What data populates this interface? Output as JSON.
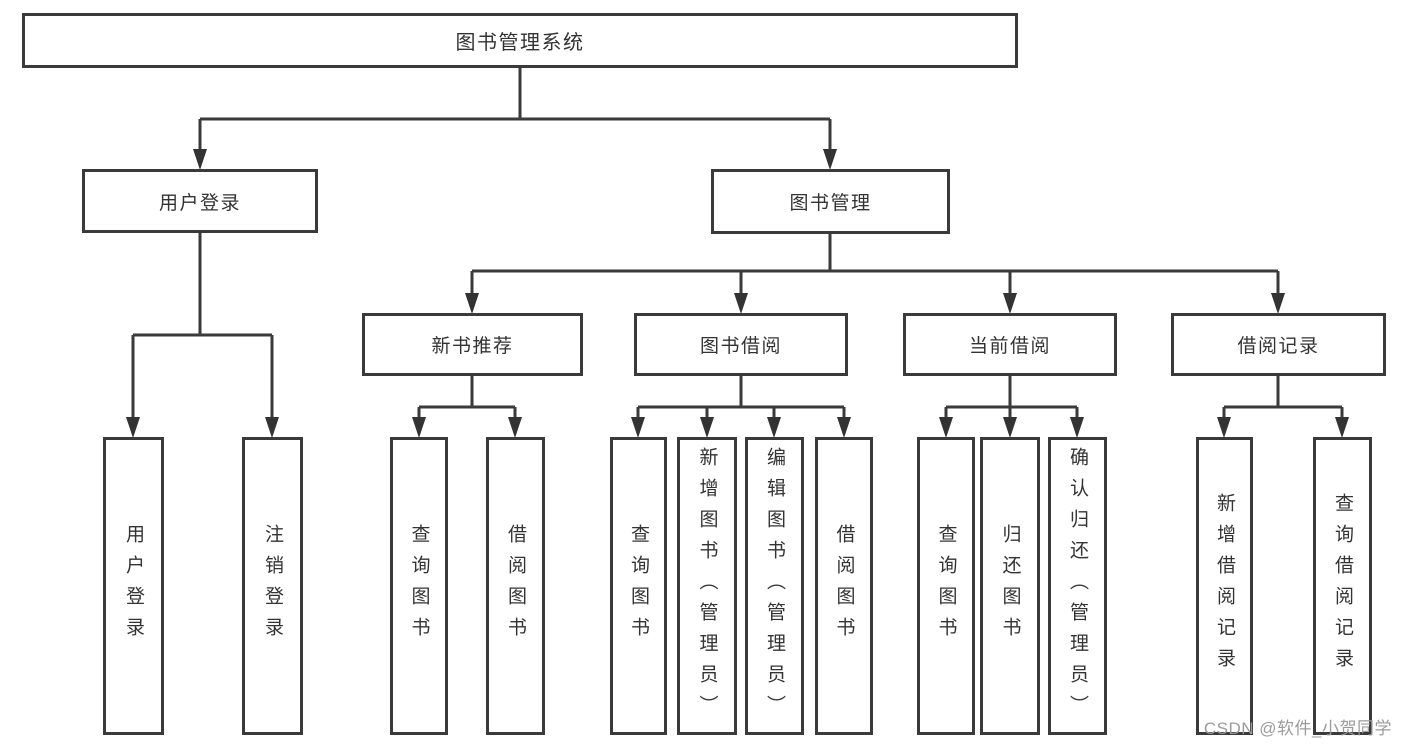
{
  "diagram": {
    "root": "图书管理系统",
    "branches": [
      {
        "label": "用户登录",
        "children": [
          "用户登录",
          "注销登录"
        ]
      },
      {
        "label": "图书管理",
        "children": [
          {
            "label": "新书推荐",
            "children": [
              "查询图书",
              "借阅图书"
            ]
          },
          {
            "label": "图书借阅",
            "children": [
              "查询图书",
              "新增图书（管理员）",
              "编辑图书（管理员）",
              "借阅图书"
            ]
          },
          {
            "label": "当前借阅",
            "children": [
              "查询图书",
              "归还图书",
              "确认归还（管理员）"
            ]
          },
          {
            "label": "借阅记录",
            "children": [
              "新增借阅记录",
              "查询借阅记录"
            ]
          }
        ]
      }
    ]
  },
  "colors": {
    "line": "#3a3a3a",
    "text": "#333333",
    "watermark_gray": "#9b9b9b",
    "background": "#ffffff"
  },
  "watermark": "CSDN @软件_小贺同学"
}
